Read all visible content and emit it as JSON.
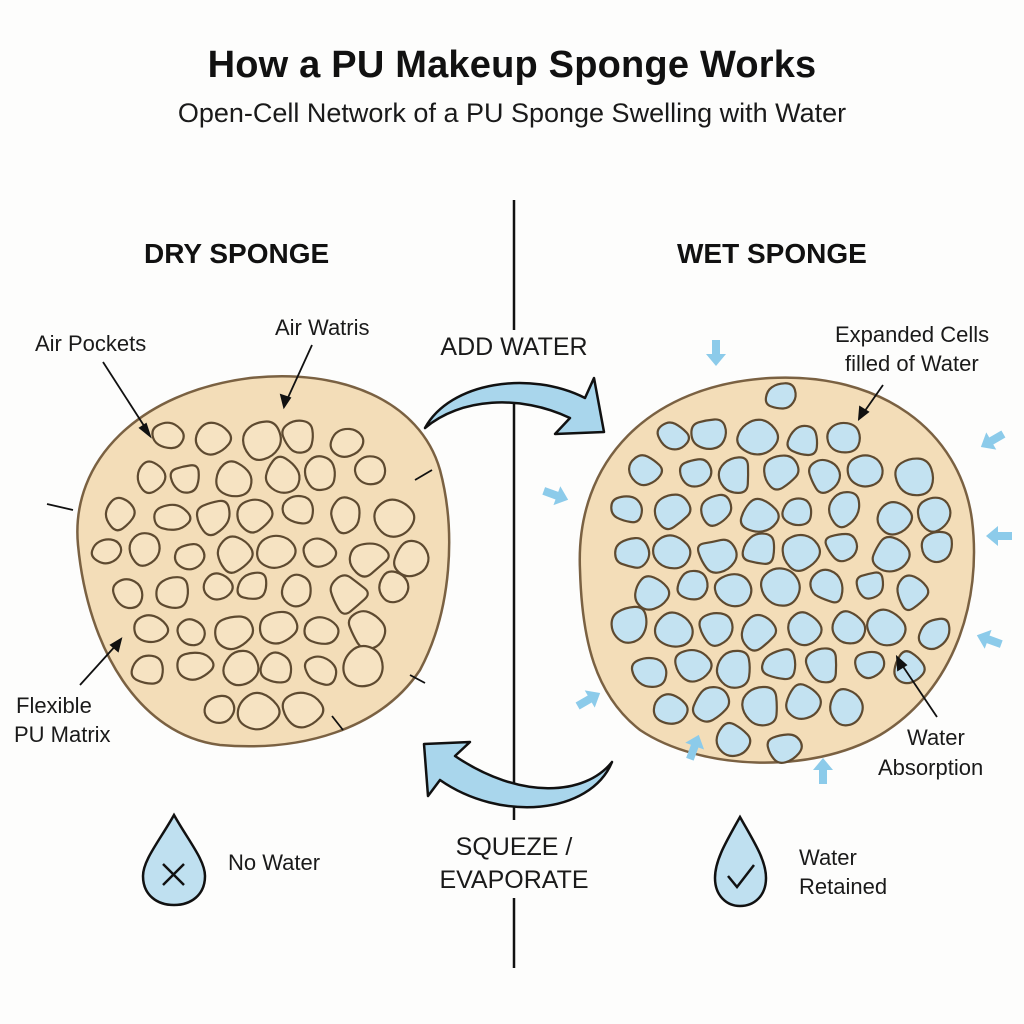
{
  "header": {
    "title": "How a PU Makeup Sponge Works",
    "subtitle": "Open-Cell Network of a PU Sponge Swelling with Water"
  },
  "dry_panel": {
    "heading": "DRY SPONGE",
    "annotations": {
      "air_pockets": "Air Pockets",
      "air_watris": "Air Watris",
      "flexible_line1": "Flexible",
      "flexible_line2": "PU Matrix"
    },
    "status": {
      "icon": "water-drop-x-icon",
      "label": "No Water"
    }
  },
  "wet_panel": {
    "heading": "WET SPONGE",
    "annotations": {
      "expanded_line1": "Expanded Cells",
      "expanded_line2": "filled of Water",
      "absorption_line1": "Water",
      "absorption_line2": "Absorption"
    },
    "status": {
      "icon": "water-drop-check-icon",
      "label_line1": "Water",
      "label_line2": "Retained"
    }
  },
  "process": {
    "add_water": "ADD WATER",
    "squeeze_line1": "SQUEZE /",
    "squeeze_line2": "EVAPORATE"
  },
  "colors": {
    "sponge_fill": "#f3ddb8",
    "sponge_outline": "#6b5538",
    "water_fill": "#bfe0f0",
    "arrow_fill": "#a9d6ec",
    "accent_arrow": "#7ec3e6"
  }
}
